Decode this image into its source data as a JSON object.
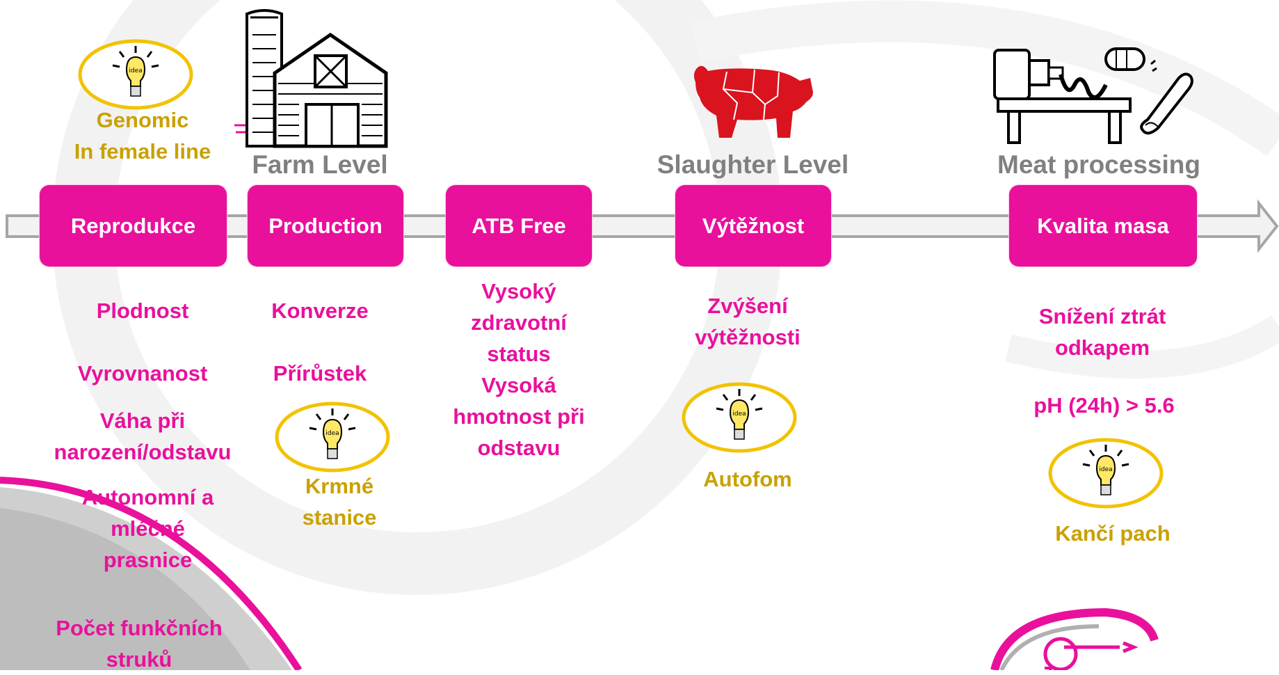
{
  "colors": {
    "accent": "#e9109c",
    "gold": "#c9a100",
    "label_gray": "#808080",
    "arrow_gray": "#a6a6a6"
  },
  "icons": [
    "idea-bulb-icon",
    "farm-barn-icon",
    "pig-cuts-icon",
    "meat-grinder-icon"
  ],
  "stages": [
    {
      "label": "Reprodukce"
    },
    {
      "label": "Production"
    },
    {
      "label": "ATB Free"
    },
    {
      "label": "Výtěžnost"
    },
    {
      "label": "Kvalita masa"
    }
  ],
  "levels": {
    "farm": "Farm Level",
    "slaughter": "Slaughter Level",
    "meat": "Meat processing"
  },
  "genomic": {
    "line1": "Genomic",
    "line2": "In female line"
  },
  "bulb_text": "idea",
  "reprodukce_items": [
    "Plodnost",
    "Vyrovnanost",
    "Váha při",
    "narození/odstavu",
    "Autonomní a",
    "mléčné",
    "prasnice",
    "Počet funkčních",
    "struků"
  ],
  "production_items": [
    "Konverze",
    "Přírůstek"
  ],
  "krmne": {
    "line1": "Krmné",
    "line2": "stanice"
  },
  "atb_items": [
    "Vysoký",
    "zdravotní",
    "status",
    "Vysoká",
    "hmotnost při",
    "odstavu"
  ],
  "vytez_items": [
    "Zvýšení",
    "výtěžnosti"
  ],
  "autofom": "Autofom",
  "kvalita_items": [
    "Snížení ztrát",
    "odkapem",
    "pH (24h) > 5.6"
  ],
  "kanci": "Kančí pach"
}
